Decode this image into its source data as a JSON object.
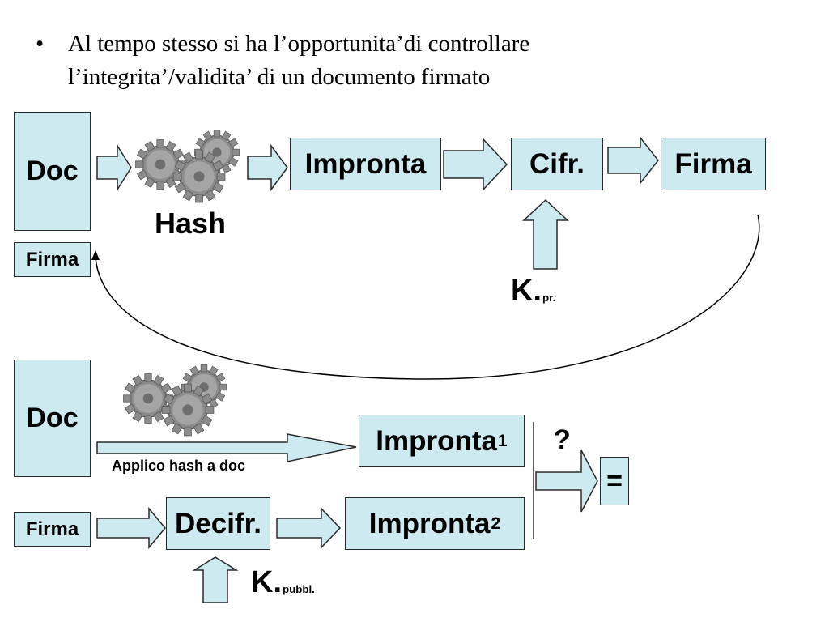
{
  "bullet": {
    "symbol": "•",
    "line1": "Al tempo stesso si ha l’opportunita’di controllare",
    "line2": "l’integrita’/validita’ di un documento firmato"
  },
  "top": {
    "doc": "Doc",
    "firma_small": "Firma",
    "hash": "Hash",
    "impronta": "Impronta",
    "cifr": "Cifr.",
    "firma": "Firma",
    "key_main": "K.",
    "key_sub": "pr."
  },
  "bottom": {
    "doc": "Doc",
    "firma": "Firma",
    "applico": "Applico hash a doc",
    "impronta1_main": "Impronta",
    "impronta1_sub": "1",
    "question": "?",
    "equals": "=",
    "decifr": "Decifr.",
    "impronta2_main": "Impronta",
    "impronta2_sub": "2",
    "key_main": "K.",
    "key_sub": "pubbl."
  },
  "colors": {
    "box_fill": "#cdeaf0",
    "border": "#2a2a2a",
    "gear": "#8a8a8a"
  }
}
